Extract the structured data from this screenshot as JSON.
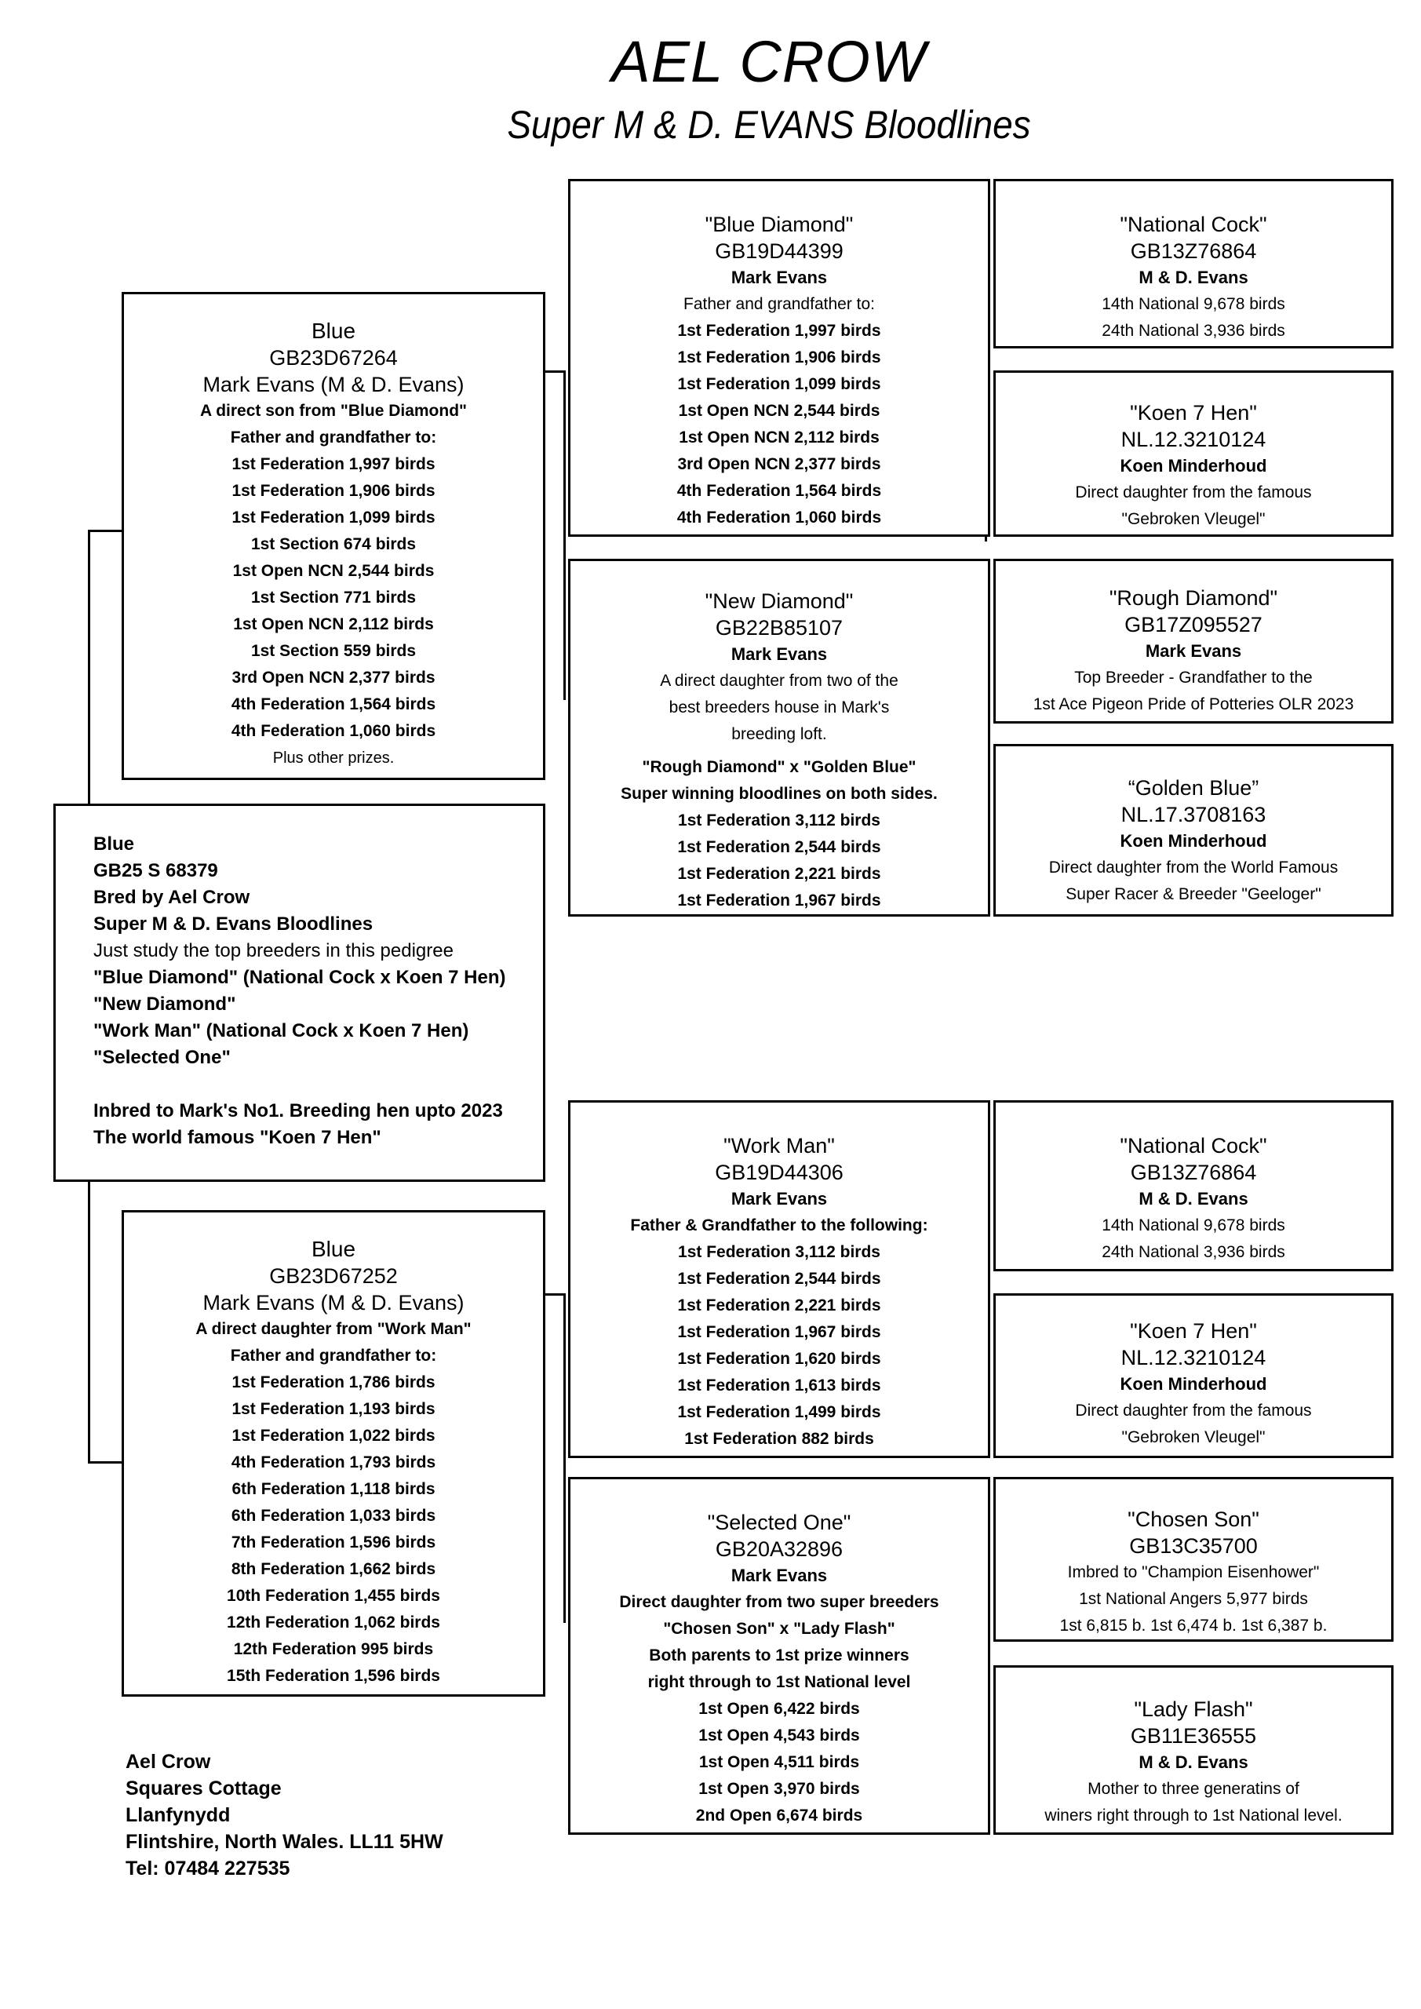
{
  "title": "AEL CROW",
  "subtitle": "Super M & D. EVANS Bloodlines",
  "subject": [
    {
      "t": "Blue",
      "w": "b"
    },
    {
      "t": "GB25 S 68379",
      "w": "b"
    },
    {
      "t": "Bred by Ael Crow",
      "w": "b"
    },
    {
      "t": "Super M & D. Evans Bloodlines",
      "w": "b"
    },
    {
      "t": "Just study the top breeders in this pedigree",
      "w": "n"
    },
    {
      "t": "\"Blue Diamond\" (National Cock x Koen 7 Hen)",
      "w": "b"
    },
    {
      "t": "\"New Diamond\"",
      "w": "b"
    },
    {
      "t": "\"Work Man\" (National Cock x Koen 7 Hen)",
      "w": "b"
    },
    {
      "t": "\"Selected One\"",
      "w": "b"
    },
    {
      "t": "",
      "w": "n"
    },
    {
      "t": "Inbred to Mark's No1. Breeding hen upto 2023",
      "w": "b"
    },
    {
      "t": "The world famous \"Koen 7 Hen\"",
      "w": "b"
    }
  ],
  "sire": {
    "name": "Blue",
    "reg": "GB23D67264",
    "owner": "Mark Evans (M & D. Evans)",
    "lines": [
      "A direct son from \"Blue Diamond\"",
      "Father and grandfather to:",
      "1st Federation 1,997 birds",
      "1st Federation 1,906 birds",
      "1st Federation 1,099 birds",
      "1st Section 674 birds",
      "1st Open NCN 2,544 birds",
      "1st Section 771 birds",
      "1st Open NCN 2,112 birds",
      "1st Section 559 birds",
      "3rd Open NCN 2,377 birds",
      "4th Federation 1,564 birds",
      "4th Federation 1,060 birds"
    ],
    "footer": "Plus other prizes."
  },
  "dam": {
    "name": "Blue",
    "reg": "GB23D67252",
    "owner": "Mark Evans (M & D. Evans)",
    "lines": [
      "A direct daughter from \"Work Man\"",
      "Father and grandfather to:",
      "1st Federation 1,786 birds",
      "1st Federation 1,193 birds",
      "1st Federation 1,022 birds",
      "4th Federation 1,793 birds",
      "6th Federation 1,118 birds",
      "6th Federation 1,033 birds",
      "7th Federation 1,596 birds",
      "8th Federation 1,662 birds",
      "10th Federation 1,455 birds",
      "12th Federation 1,062 birds",
      "12th Federation 995 birds",
      "15th Federation 1,596 birds"
    ]
  },
  "ss": {
    "name": "\"Blue Diamond\"",
    "reg": "GB19D44399",
    "owner": "Mark Evans",
    "intro": [
      "Father and grandfather to:"
    ],
    "lines": [
      "1st Federation 1,997 birds",
      "1st Federation 1,906 birds",
      "1st Federation 1,099 birds",
      "1st Open NCN 2,544 birds",
      "1st Open NCN 2,112 birds",
      "3rd Open NCN 2,377 birds",
      "4th Federation 1,564 birds",
      "4th Federation 1,060 birds"
    ]
  },
  "sd": {
    "name": "\"New Diamond\"",
    "reg": "GB22B85107",
    "owner": "Mark Evans",
    "intro": [
      "A direct daughter from two of the",
      "best breeders house in Mark's",
      "breeding loft."
    ],
    "lines": [
      "\"Rough Diamond\" x \"Golden Blue\"",
      "Super winning bloodlines on both sides.",
      "1st Federation 3,112 birds",
      "1st Federation 2,544 birds",
      "1st Federation 2,221 birds",
      "1st Federation 1,967 birds"
    ]
  },
  "ds": {
    "name": "\"Work Man\"",
    "reg": "GB19D44306",
    "owner": "Mark Evans",
    "intro": [
      "Father & Grandfather to the following:"
    ],
    "lines": [
      "1st Federation 3,112 birds",
      "1st Federation 2,544 birds",
      "1st Federation 2,221 birds",
      "1st Federation 1,967 birds",
      "1st Federation 1,620 birds",
      "1st Federation 1,613 birds",
      "1st Federation 1,499 birds",
      "1st Federation 882 birds"
    ]
  },
  "dd": {
    "name": "\"Selected One\"",
    "reg": "GB20A32896",
    "owner": "Mark Evans",
    "intro": [
      "Direct daughter from two super breeders"
    ],
    "lines": [
      "\"Chosen Son\" x \"Lady Flash\"",
      "Both parents to 1st prize winners",
      "right through to 1st National level",
      "1st Open 6,422 birds",
      "1st Open 4,543 birds",
      "1st Open 4,511 birds",
      "1st Open 3,970 birds",
      "2nd Open 6,674 birds"
    ]
  },
  "sss": {
    "name": "\"National Cock\"",
    "reg": "GB13Z76864",
    "owner": "M & D. Evans",
    "lines": [
      "14th National 9,678 birds",
      "24th National 3,936 birds"
    ]
  },
  "ssd": {
    "name": "\"Koen 7 Hen\"",
    "reg": "NL.12.3210124",
    "owner": "Koen Minderhoud",
    "lines": [
      "Direct daughter from the famous",
      "\"Gebroken Vleugel\""
    ]
  },
  "sds": {
    "name": "\"Rough Diamond\"",
    "reg": "GB17Z095527",
    "owner": "Mark Evans",
    "lines": [
      "Top Breeder - Grandfather to the",
      "1st Ace Pigeon Pride of Potteries OLR 2023"
    ]
  },
  "sdd": {
    "name": "“Golden Blue”",
    "reg": "NL.17.3708163",
    "owner": "Koen Minderhoud",
    "lines": [
      "Direct daughter from the World Famous",
      "Super Racer & Breeder \"Geeloger\""
    ]
  },
  "dss": {
    "name": "\"National Cock\"",
    "reg": "GB13Z76864",
    "owner": "M & D. Evans",
    "lines": [
      "14th National 9,678 birds",
      "24th National 3,936 birds"
    ]
  },
  "dsd": {
    "name": "\"Koen 7 Hen\"",
    "reg": "NL.12.3210124",
    "owner": "Koen Minderhoud",
    "lines": [
      "Direct daughter from the famous",
      "\"Gebroken Vleugel\""
    ]
  },
  "dds": {
    "name": "\"Chosen Son\"",
    "reg": "GB13C35700",
    "owner": "",
    "lines": [
      "Imbred to \"Champion Eisenhower\"",
      "1st National Angers 5,977 birds",
      "1st 6,815 b. 1st 6,474 b. 1st 6,387 b."
    ]
  },
  "ddd": {
    "name": "\"Lady Flash\"",
    "reg": "GB11E36555",
    "owner": "M & D. Evans",
    "lines": [
      "Mother to three generatins of",
      "winers right through to 1st National level."
    ]
  },
  "address": [
    "Ael Crow",
    "Squares Cottage",
    "Llanfynydd",
    "Flintshire, North Wales. LL11 5HW",
    "Tel: 07484 227535"
  ]
}
